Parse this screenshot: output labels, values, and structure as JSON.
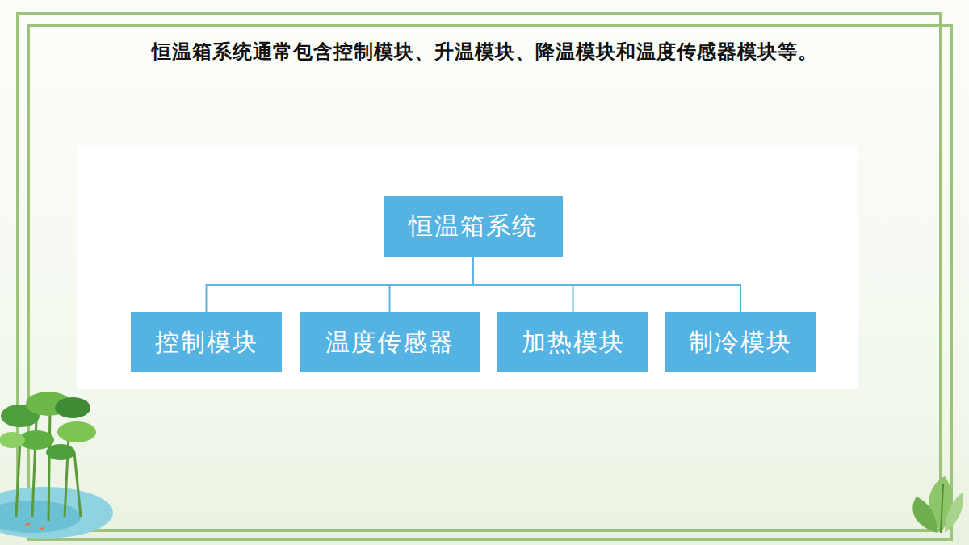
{
  "diagram": {
    "title": "恒温箱系统通常包含控制模块、升温模块、降温模块和温度传感器模块等。",
    "nodes": [
      {
        "text": [
          "恒温箱系统"
        ]
      },
      {
        "text": [
          "控制模块"
        ]
      },
      {
        "text": [
          "温度传感器"
        ]
      },
      {
        "text": [
          "加热模块"
        ]
      },
      {
        "text": [
          "制冷模块"
        ]
      }
    ],
    "edges": [
      {
        "from": 0,
        "to": 1,
        "arrow": "none"
      },
      {
        "from": 0,
        "to": 2,
        "arrow": "none"
      },
      {
        "from": 0,
        "to": 3,
        "arrow": "none"
      },
      {
        "from": 0,
        "to": 4,
        "arrow": "none"
      }
    ]
  }
}
